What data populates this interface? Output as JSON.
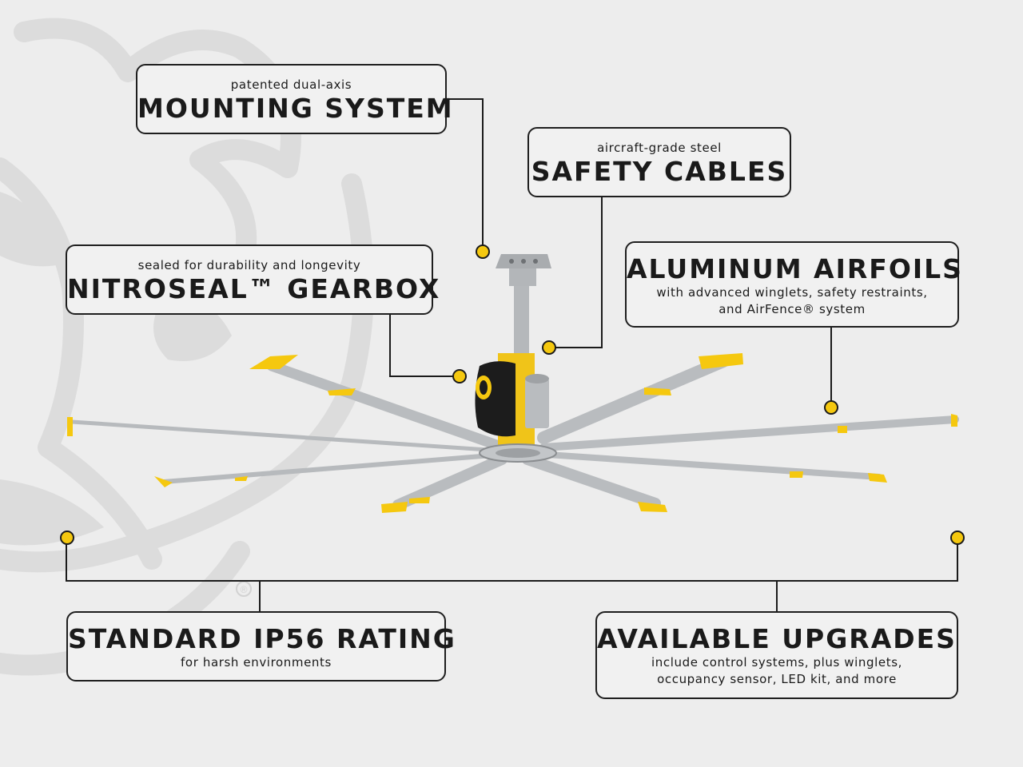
{
  "callouts": {
    "mounting": {
      "subtitle": "patented dual-axis",
      "title": "MOUNTING SYSTEM"
    },
    "safety": {
      "subtitle": "aircraft-grade steel",
      "title": "SAFETY CABLES"
    },
    "gearbox": {
      "subtitle": "sealed for durability and longevity",
      "title": "NITROSEAL™ GEARBOX"
    },
    "airfoils": {
      "title": "ALUMINUM AIRFOILS",
      "line1": "with advanced winglets, safety restraints,",
      "line2": "and AirFence® system"
    },
    "rating": {
      "title": "STANDARD IP56 RATING",
      "subtitle": "for harsh environments"
    },
    "upgrades": {
      "title": "AVAILABLE UPGRADES",
      "line1": "include control systems, plus winglets,",
      "line2": "occupancy sensor, LED kit, and more"
    }
  },
  "colors": {
    "background": "#ededed",
    "accent": "#f5c80f",
    "ink": "#1b1b1b",
    "blade": "#b9bcbf",
    "watermark": "#dcdcdc"
  },
  "watermark": {
    "mark": "®"
  }
}
